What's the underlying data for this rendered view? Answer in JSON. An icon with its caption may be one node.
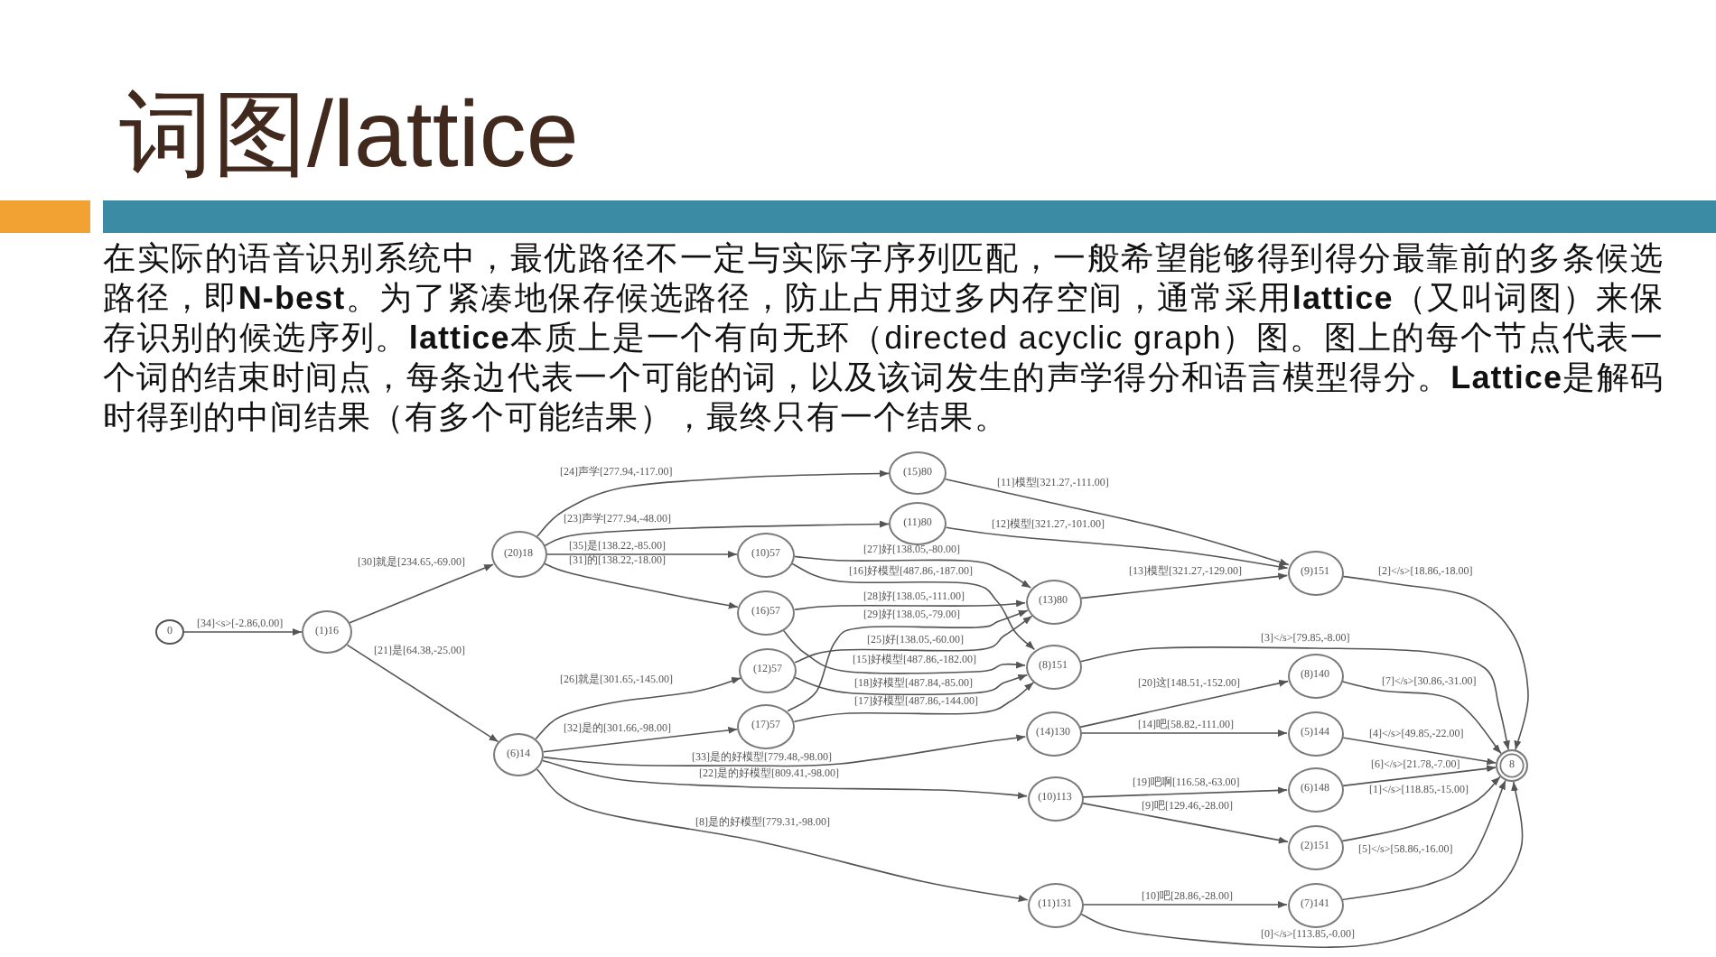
{
  "diagram": {
    "title": "词图/lattice",
    "nodes": [
      {
        "text": [
          "0"
        ]
      },
      {
        "text": [
          "(1)16"
        ]
      },
      {
        "text": [
          "(20)18"
        ]
      },
      {
        "text": [
          "(6)14"
        ]
      },
      {
        "text": [
          "(10)57"
        ]
      },
      {
        "text": [
          "(16)57"
        ]
      },
      {
        "text": [
          "(12)57"
        ]
      },
      {
        "text": [
          "(17)57"
        ]
      },
      {
        "text": [
          "(15)80"
        ]
      },
      {
        "text": [
          "(11)80"
        ]
      },
      {
        "text": [
          "(13)80"
        ]
      },
      {
        "text": [
          "(8)151"
        ]
      },
      {
        "text": [
          "(14)130"
        ]
      },
      {
        "text": [
          "(10)113"
        ]
      },
      {
        "text": [
          "(11)131"
        ]
      },
      {
        "text": [
          "(9)151"
        ]
      },
      {
        "text": [
          "(8)140"
        ]
      },
      {
        "text": [
          "(5)144"
        ]
      },
      {
        "text": [
          "(6)148"
        ]
      },
      {
        "text": [
          "(2)151"
        ]
      },
      {
        "text": [
          "(7)141"
        ]
      },
      {
        "text": [
          "8"
        ]
      }
    ],
    "edges": [
      {
        "from": 0,
        "to": 1,
        "arrow": "to",
        "label": "[34]<s>[-2.86,0.00]"
      },
      {
        "from": 1,
        "to": 2,
        "arrow": "to",
        "label": "[30]就是[234.65,-69.00]"
      },
      {
        "from": 1,
        "to": 3,
        "arrow": "to",
        "label": "[21]是[64.38,-25.00]"
      },
      {
        "from": 2,
        "to": 8,
        "arrow": "to",
        "label": "[24]声学[277.94,-117.00]"
      },
      {
        "from": 2,
        "to": 9,
        "arrow": "to",
        "label": "[23]声学[277.94,-48.00]"
      },
      {
        "from": 2,
        "to": 4,
        "arrow": "to",
        "label": "[35]是[138.22,-85.00]"
      },
      {
        "from": 2,
        "to": 5,
        "arrow": "to",
        "label": "[31]的[138.22,-18.00]"
      },
      {
        "from": 3,
        "to": 6,
        "arrow": "to",
        "label": "[26]就是[301.65,-145.00]"
      },
      {
        "from": 3,
        "to": 7,
        "arrow": "to",
        "label": "[32]是的[301.66,-98.00]"
      },
      {
        "from": 3,
        "to": 12,
        "arrow": "to",
        "label": "[33]是的好模型[779.48,-98.00]"
      },
      {
        "from": 3,
        "to": 13,
        "arrow": "to",
        "label": "[22]是的好模型[809.41,-98.00]"
      },
      {
        "from": 3,
        "to": 14,
        "arrow": "to",
        "label": "[8]是的好模型[779.31,-98.00]"
      },
      {
        "from": 4,
        "to": 10,
        "arrow": "to",
        "label": "[27]好[138.05,-80.00]"
      },
      {
        "from": 4,
        "to": 11,
        "arrow": "to",
        "label": "[16]好模型[487.86,-187.00]"
      },
      {
        "from": 5,
        "to": 10,
        "arrow": "to",
        "label": "[28]好[138.05,-111.00]"
      },
      {
        "from": 5,
        "to": 11,
        "arrow": "to",
        "label": "[15]好模型[487.86,-182.00]"
      },
      {
        "from": 6,
        "to": 10,
        "arrow": "to",
        "label": "[25]好[138.05,-60.00]"
      },
      {
        "from": 6,
        "to": 11,
        "arrow": "to",
        "label": "[18]好模型[487.84,-85.00]"
      },
      {
        "from": 7,
        "to": 10,
        "arrow": "to",
        "label": "[29]好[138.05,-79.00]"
      },
      {
        "from": 7,
        "to": 11,
        "arrow": "to",
        "label": "[17]好模型[487.86,-144.00]"
      },
      {
        "from": 8,
        "to": 15,
        "arrow": "to",
        "label": "[11]模型[321.27,-111.00]"
      },
      {
        "from": 9,
        "to": 15,
        "arrow": "to",
        "label": "[12]模型[321.27,-101.00]"
      },
      {
        "from": 10,
        "to": 15,
        "arrow": "to",
        "label": "[13]模型[321.27,-129.00]"
      },
      {
        "from": 12,
        "to": 16,
        "arrow": "to",
        "label": "[20]这[148.51,-152.00]"
      },
      {
        "from": 12,
        "to": 17,
        "arrow": "to",
        "label": "[14]吧[58.82,-111.00]"
      },
      {
        "from": 13,
        "to": 18,
        "arrow": "to",
        "label": "[19]吧啊[116.58,-63.00]"
      },
      {
        "from": 13,
        "to": 19,
        "arrow": "to",
        "label": "[9]吧[129.46,-28.00]"
      },
      {
        "from": 14,
        "to": 20,
        "arrow": "to",
        "label": "[10]吧[28.86,-28.00]"
      },
      {
        "from": 15,
        "to": 21,
        "arrow": "to",
        "label": "[2]</s>[18.86,-18.00]"
      },
      {
        "from": 11,
        "to": 21,
        "arrow": "to",
        "label": "[3]</s>[79.85,-8.00]"
      },
      {
        "from": 16,
        "to": 21,
        "arrow": "to",
        "label": "[7]</s>[30.86,-31.00]"
      },
      {
        "from": 17,
        "to": 21,
        "arrow": "to",
        "label": "[4]</s>[49.85,-22.00]"
      },
      {
        "from": 18,
        "to": 21,
        "arrow": "to",
        "label": "[6]</s>[21.78,-7.00]"
      },
      {
        "from": 19,
        "to": 21,
        "arrow": "to",
        "label": "[1]</s>[118.85,-15.00]"
      },
      {
        "from": 20,
        "to": 21,
        "arrow": "to",
        "label": "[5]</s>[58.86,-16.00]"
      },
      {
        "from": 14,
        "to": 21,
        "arrow": "to",
        "label": "[0]</s>[113.85,-0.00]"
      }
    ],
    "labels": [
      "在实际的语音识别系统中，最优路径不一定与实际字序列匹配，一般希望能够得到得分最靠前的多条候选路径，即**N-best**。为了紧凑地保存候选路径，防止占用过多内存空间，通常采用**lattice**（又叫词图）来保存识别的候选序列。**lattice**本质上是一个有向无环（directed acyclic graph）图。图上的每个节点代表一个词的结束时间点，每条边代表一个可能的词，以及该词发生的声学得分和语言模型得分。**Lattice**是解码时得到的中间结果（有多个可能结果），最终只有一个结果。"
    ]
  }
}
